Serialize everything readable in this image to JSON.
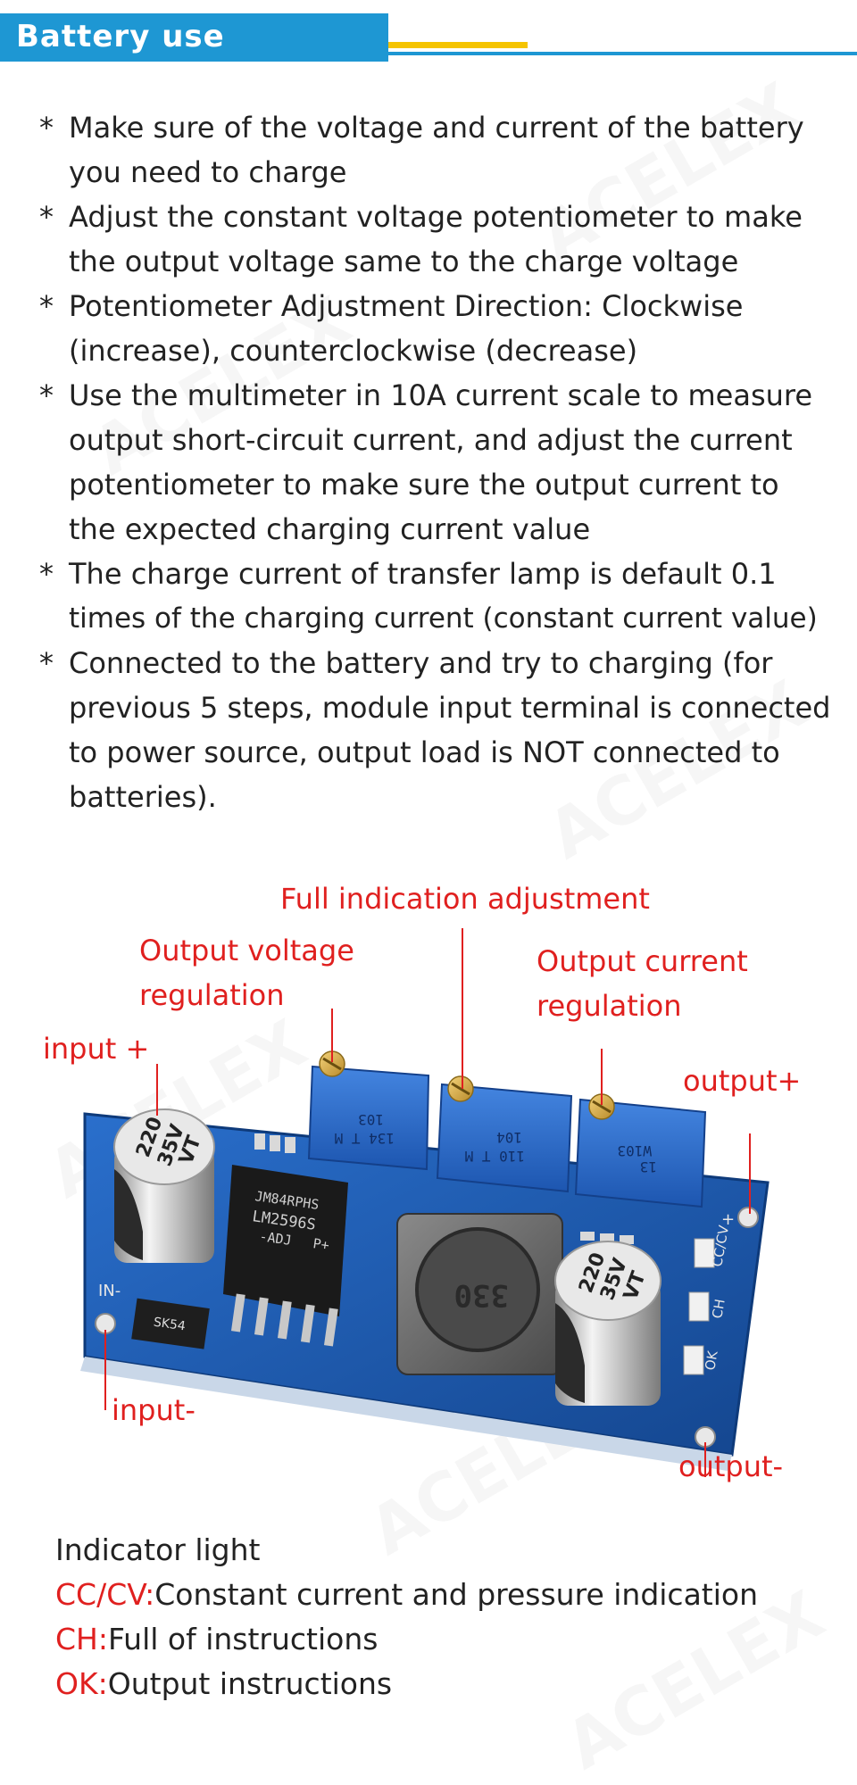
{
  "header": {
    "title": "Battery use"
  },
  "watermark": "ACELEX",
  "steps": [
    {
      "bullet": "*",
      "lines": [
        "Make sure of the voltage and current of the battery",
        "you need to charge"
      ]
    },
    {
      "bullet": "*",
      "lines": [
        "Adjust the constant voltage potentiometer to make",
        "the output voltage same to the charge voltage"
      ]
    },
    {
      "bullet": "*",
      "lines": [
        "Potentiometer Adjustment Direction: Clockwise",
        "(increase), counterclockwise (decrease)"
      ]
    },
    {
      "bullet": "*",
      "lines": [
        "Use the multimeter in 10A current scale to measure",
        "output short-circuit current, and adjust the current",
        "potentiometer to make sure the output current to",
        "the expected charging current value"
      ]
    },
    {
      "bullet": "*",
      "lines": [
        "The charge current of transfer lamp is default 0.1",
        "times of the charging current (constant current value)"
      ]
    },
    {
      "bullet": "*",
      "lines": [
        "Connected to the battery and try to charging (for",
        "previous 5 steps, module input terminal is connected",
        "to power source, output load is NOT connected to",
        "batteries)."
      ]
    }
  ],
  "labels": {
    "full_indication": "Full indication adjustment",
    "output_voltage": [
      "Output voltage",
      "regulation"
    ],
    "output_current": [
      "Output current",
      "regulation"
    ],
    "input_plus": "input +",
    "output_plus": "output+",
    "input_minus": "input-",
    "output_minus": "output-"
  },
  "board_marks": {
    "chip": [
      "JM84RPHS",
      "LM2596S",
      "-ADJ",
      "P+"
    ],
    "cap_left": [
      "220",
      "35V",
      "VT"
    ],
    "cap_right": [
      "220",
      "35V",
      "VT"
    ],
    "inductor": "330",
    "pot1": [
      "103",
      "134 T M"
    ],
    "pot2": [
      "104",
      "110 T M"
    ],
    "pot3": [
      "W103",
      "13"
    ],
    "diode": "SK54",
    "silk_in_minus": "IN-",
    "silk_plus": "+",
    "silk_cccv": "CC/CV",
    "silk_ch": "CH",
    "silk_ok": "OK"
  },
  "legend": {
    "title": "Indicator light",
    "items": [
      {
        "code": "CC/CV:",
        "text": "Constant current and pressure indication"
      },
      {
        "code": "CH:",
        "text": "Full of instructions"
      },
      {
        "code": "OK:",
        "text": "Output instructions"
      }
    ]
  },
  "colors": {
    "header_blue": "#1e97d3",
    "header_yellow": "#f5c400",
    "label_red": "#e0201f",
    "board_blue": "#1f5fb8",
    "pot_blue": "#2f6fd0"
  }
}
